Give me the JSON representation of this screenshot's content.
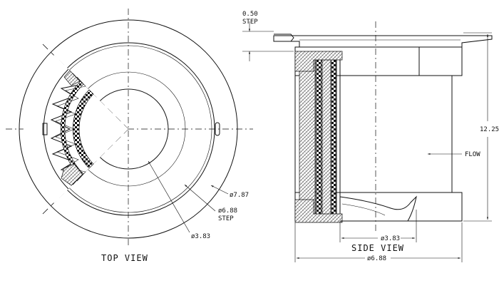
{
  "views": {
    "top_view_label": "TOP VIEW",
    "side_view_label": "SIDE VIEW"
  },
  "dimensions": {
    "outer_diameter": "ø7.87",
    "step_diameter": "ø6.88",
    "step_word": "STEP",
    "inner_diameter_top": "ø3.83",
    "step_height_value": "0.50",
    "step_height_word": "STEP",
    "height": "12.25",
    "flow": "FLOW",
    "inner_diameter_side": "ø3.83",
    "overall_diameter_side": "ø6.88"
  }
}
